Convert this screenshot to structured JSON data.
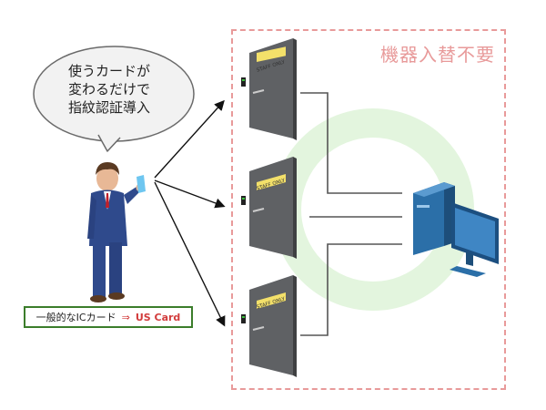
{
  "region": {
    "label": "機器入替不要"
  },
  "speech_bubble": {
    "lines": [
      "使うカードが",
      "変わるだけで",
      "指紋認証導入"
    ]
  },
  "caption": {
    "old_card": "一般的なICカード",
    "arrow": "⇒",
    "new_card": "US Card"
  },
  "doors": [
    {
      "sign": "STAFF ONLY"
    },
    {
      "sign": "STAFF ONLY"
    },
    {
      "sign": "STAFF ONLY"
    }
  ],
  "colors": {
    "dashed_border": "#e89a9a",
    "caption_border": "#3b7d2b",
    "accent_red": "#d23c3c",
    "green_ring": "#e3f5de",
    "door": "#5f6164",
    "sign": "#f3e06a",
    "computer": "#2b6fa8"
  },
  "icons": [
    "person-icon",
    "door-icon",
    "computer-icon",
    "arrow-icon"
  ]
}
